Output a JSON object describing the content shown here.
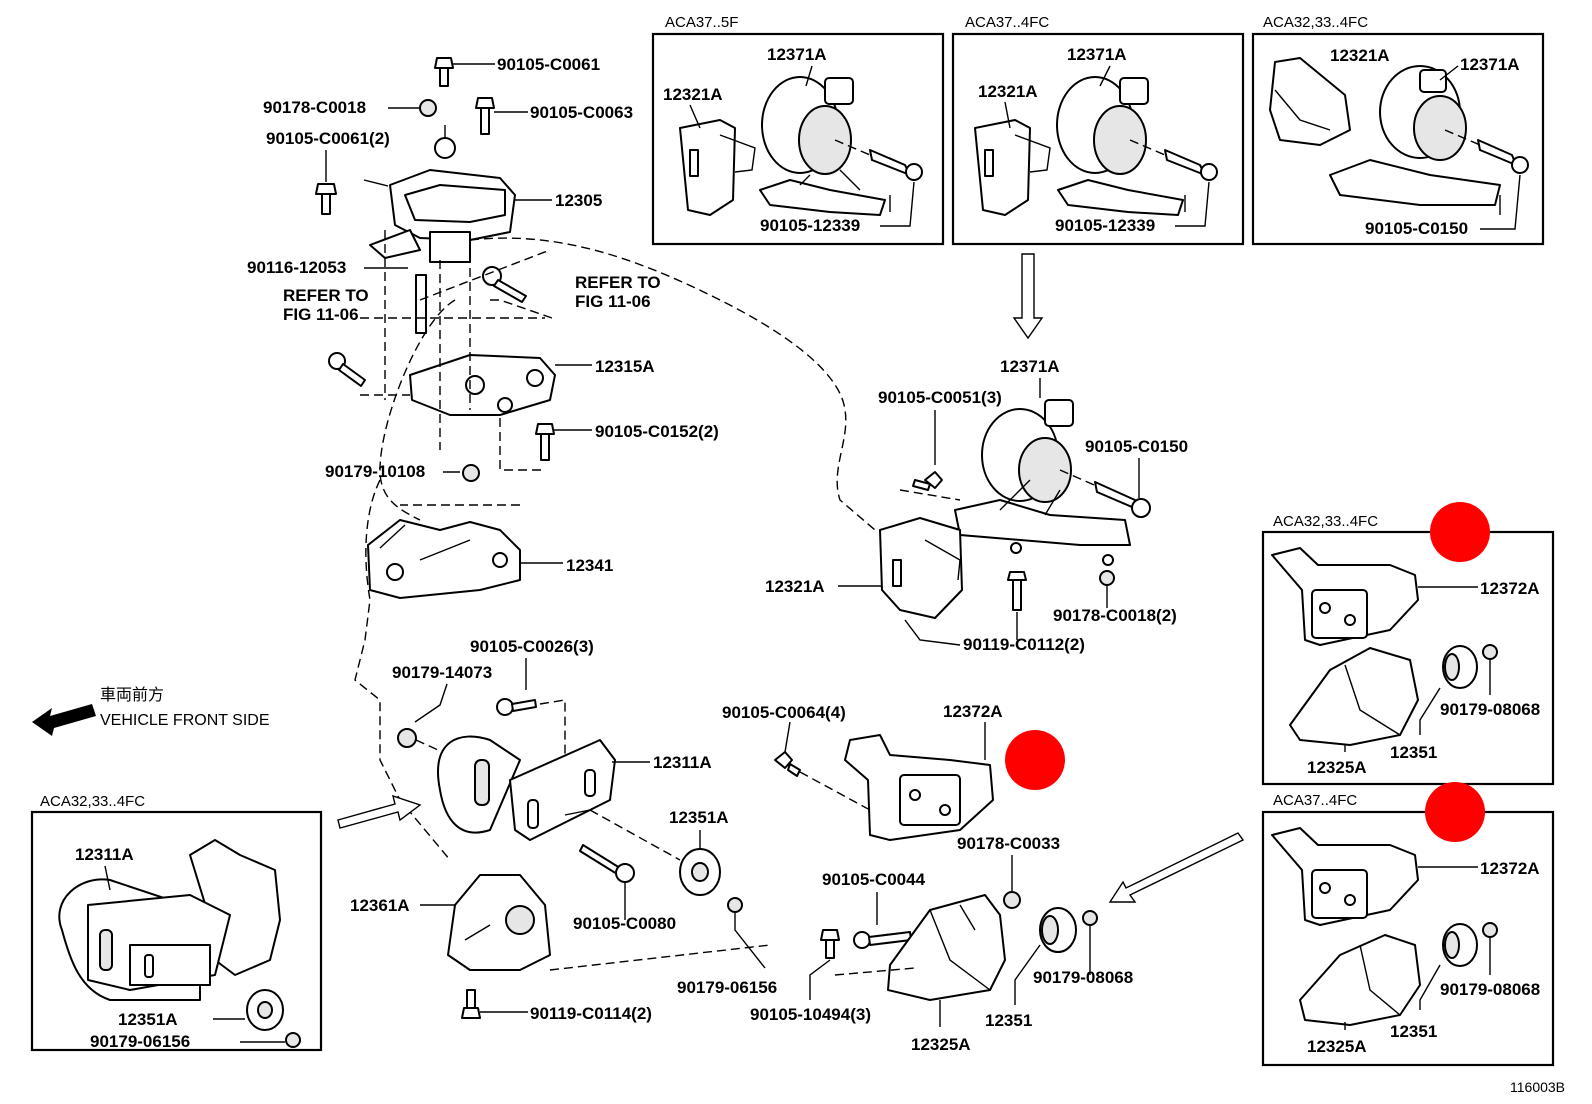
{
  "boxes": {
    "aca37_5f": "ACA37..5F",
    "aca37_4fc_top": "ACA37..4FC",
    "aca32_33_4fc_top": "ACA32,33..4FC",
    "aca32_33_4fc_right": "ACA32,33..4FC",
    "aca37_4fc_right": "ACA37..4FC",
    "aca32_33_4fc_left": "ACA32,33..4FC"
  },
  "labels": {
    "b1_12371a": "12371A",
    "b1_12321a": "12321A",
    "b1_90105_12339": "90105-12339",
    "b2_12371a": "12371A",
    "b2_12321a": "12321A",
    "b2_90105_12339": "90105-12339",
    "b3_12321a": "12321A",
    "b3_12371a": "12371A",
    "b3_90105_c0150": "90105-C0150",
    "p_90105_c0061": "90105-C0061",
    "p_90178_c0018": "90178-C0018",
    "p_90105_c0063": "90105-C0063",
    "p_90105_c0061_2": "90105-C0061(2)",
    "p_12305": "12305",
    "p_90116_12053": "90116-12053",
    "refer1_line1": "REFER TO",
    "refer1_line2": "FIG 11-06",
    "refer2_line1": "REFER TO",
    "refer2_line2": "FIG 11-06",
    "p_12315a": "12315A",
    "p_90105_c0152": "90105-C0152(2)",
    "p_90179_10108": "90179-10108",
    "p_12341": "12341",
    "c_12371a": "12371A",
    "c_90105_c0051": "90105-C0051(3)",
    "c_90105_c0150": "90105-C0150",
    "c_12321a": "12321A",
    "c_90178_c0018": "90178-C0018(2)",
    "c_90119_c0112": "90119-C0112(2)",
    "p_90105_c0026": "90105-C0026(3)",
    "p_90179_14073": "90179-14073",
    "p_12311a": "12311A",
    "p_12351a": "12351A",
    "p_90105_c0080": "90105-C0080",
    "p_12361a": "12361A",
    "p_90179_06156": "90179-06156",
    "p_90119_c0114": "90119-C0114(2)",
    "m_90105_c0064": "90105-C0064(4)",
    "m_12372a": "12372A",
    "m_90178_c0033": "90178-C0033",
    "m_90105_c0044": "90105-C0044",
    "m_90179_08068": "90179-08068",
    "m_12351": "12351",
    "m_90105_10494": "90105-10494(3)",
    "m_12325a": "12325A",
    "l_12311a": "12311A",
    "l_12351a": "12351A",
    "l_90179_06156": "90179-06156",
    "r1_12372a": "12372A",
    "r1_90179_08068": "90179-08068",
    "r1_12351": "12351",
    "r1_12325a": "12325A",
    "r2_12372a": "12372A",
    "r2_90179_08068": "90179-08068",
    "r2_12351": "12351",
    "r2_12325a": "12325A"
  },
  "front": {
    "jp": "車両前方",
    "en": "VEHICLE FRONT SIDE"
  },
  "figure_number": "116003B",
  "colors": {
    "highlight": "#ff0000",
    "ink": "#000000"
  }
}
